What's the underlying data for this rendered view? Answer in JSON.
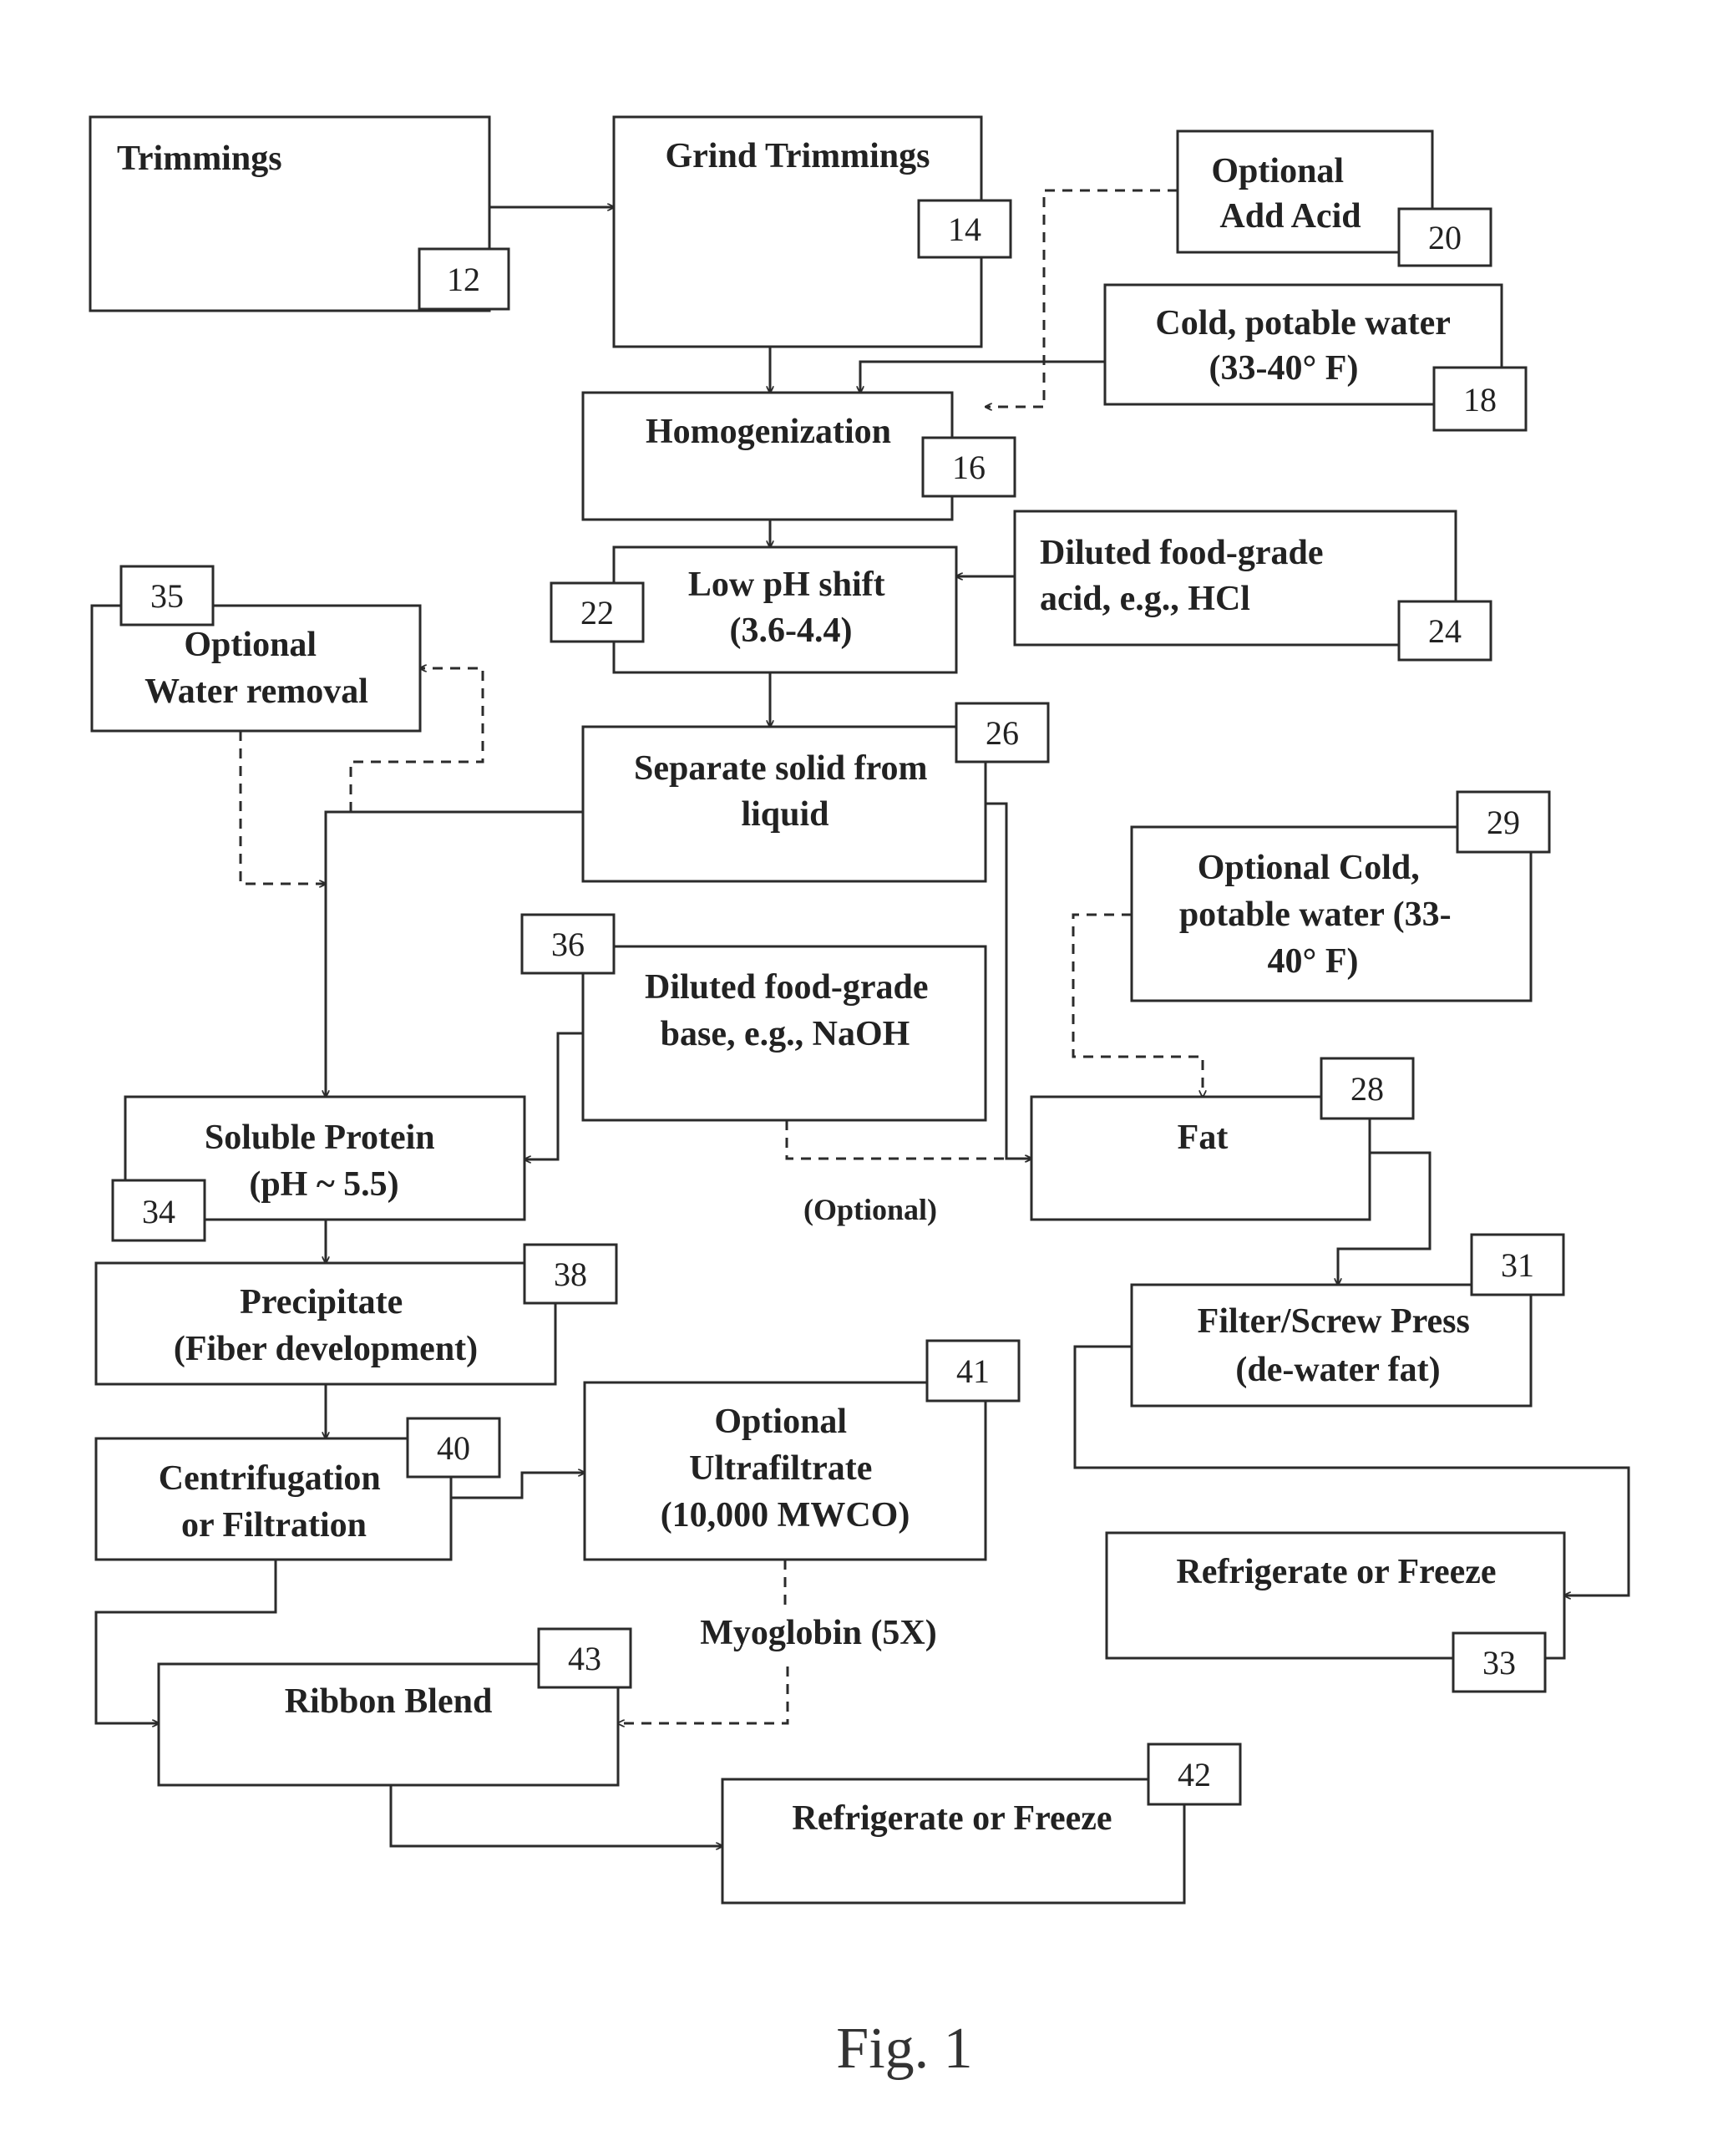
{
  "figure_caption": "Fig. 1",
  "steps": {
    "trimmings": {
      "number": "12",
      "lines": [
        "Trimmings"
      ]
    },
    "grind_trimmings": {
      "number": "14",
      "lines": [
        "Grind Trimmings"
      ]
    },
    "homogenization": {
      "number": "16",
      "lines": [
        "Homogenization"
      ]
    },
    "cold_water": {
      "number": "18",
      "lines": [
        "Cold, potable water",
        "(33-40° F)"
      ]
    },
    "add_acid": {
      "number": "20",
      "lines": [
        "Optional",
        "Add Acid"
      ]
    },
    "low_ph_shift": {
      "number": "22",
      "lines": [
        "Low pH shift",
        "(3.6-4.4)"
      ]
    },
    "diluted_acid": {
      "number": "24",
      "lines": [
        "Diluted food-grade",
        "acid, e.g., HCl"
      ]
    },
    "separate": {
      "number": "26",
      "lines": [
        "Separate solid from",
        "liquid"
      ]
    },
    "fat": {
      "number": "28",
      "lines": [
        "Fat"
      ]
    },
    "optional_cold_water": {
      "number": "29",
      "lines": [
        "Optional Cold,",
        "potable water (33-",
        "40° F)"
      ]
    },
    "filter_press": {
      "number": "31",
      "lines": [
        "Filter/Screw Press",
        "(de-water fat)"
      ]
    },
    "refrigerate_fat": {
      "number": "33",
      "lines": [
        "Refrigerate or Freeze"
      ]
    },
    "soluble_protein": {
      "number": "34",
      "lines": [
        "Soluble Protein",
        "(pH ~ 5.5)"
      ]
    },
    "water_removal": {
      "number": "35",
      "lines": [
        "Optional",
        "Water removal"
      ]
    },
    "diluted_base": {
      "number": "36",
      "lines": [
        "Diluted food-grade",
        "base, e.g., NaOH"
      ]
    },
    "precipitate": {
      "number": "38",
      "lines": [
        "Precipitate",
        "(Fiber development)"
      ]
    },
    "centrifugation": {
      "number": "40",
      "lines": [
        "Centrifugation",
        "or Filtration"
      ]
    },
    "ultrafiltrate": {
      "number": "41",
      "lines": [
        "Optional",
        "Ultrafiltrate",
        "(10,000 MWCO)"
      ]
    },
    "refrigerate_final": {
      "number": "42",
      "lines": [
        "Refrigerate or Freeze"
      ]
    },
    "ribbon_blend": {
      "number": "43",
      "lines": [
        "Ribbon Blend"
      ]
    }
  },
  "annotations": {
    "optional_label": "(Optional)",
    "myoglobin_label": "Myoglobin (5X)"
  }
}
